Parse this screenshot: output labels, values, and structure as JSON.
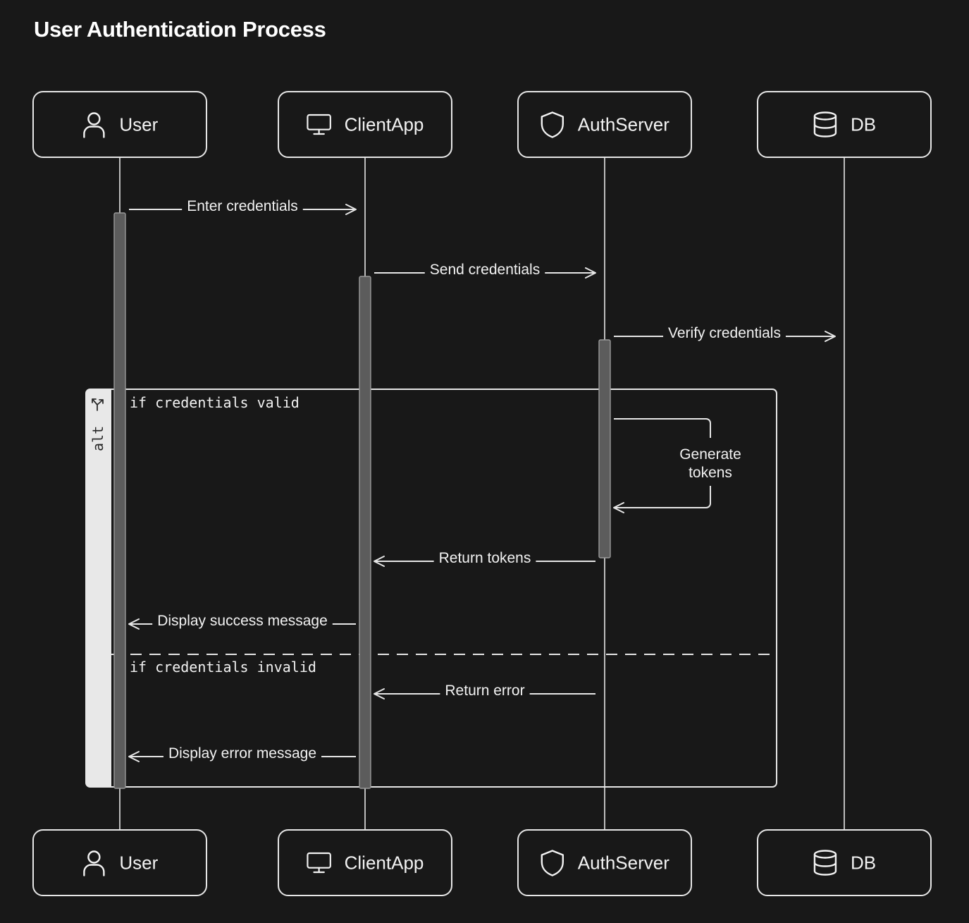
{
  "title": "User Authentication Process",
  "participants": [
    {
      "id": "user",
      "label": "User",
      "icon": "user-icon"
    },
    {
      "id": "clientapp",
      "label": "ClientApp",
      "icon": "monitor-icon"
    },
    {
      "id": "authserver",
      "label": "AuthServer",
      "icon": "shield-icon"
    },
    {
      "id": "db",
      "label": "DB",
      "icon": "database-icon"
    }
  ],
  "messages": [
    {
      "from": "user",
      "to": "clientapp",
      "label": "Enter credentials"
    },
    {
      "from": "clientapp",
      "to": "authserver",
      "label": "Send credentials"
    },
    {
      "from": "authserver",
      "to": "db",
      "label": "Verify credentials"
    },
    {
      "from": "authserver",
      "to": "authserver",
      "label": "Generate tokens",
      "label_lines": [
        "Generate",
        "tokens"
      ]
    },
    {
      "from": "authserver",
      "to": "clientapp",
      "label": "Return tokens"
    },
    {
      "from": "clientapp",
      "to": "user",
      "label": "Display success message"
    },
    {
      "from": "authserver",
      "to": "clientapp",
      "label": "Return error"
    },
    {
      "from": "clientapp",
      "to": "user",
      "label": "Display error message"
    }
  ],
  "alt_frame": {
    "label": "alt",
    "conditions": [
      "if credentials valid",
      "if credentials invalid"
    ]
  },
  "colors": {
    "background": "#181818",
    "line": "#e6e6e6",
    "activation": "#5c5c5c",
    "frame_tab": "#e8e8e8"
  }
}
